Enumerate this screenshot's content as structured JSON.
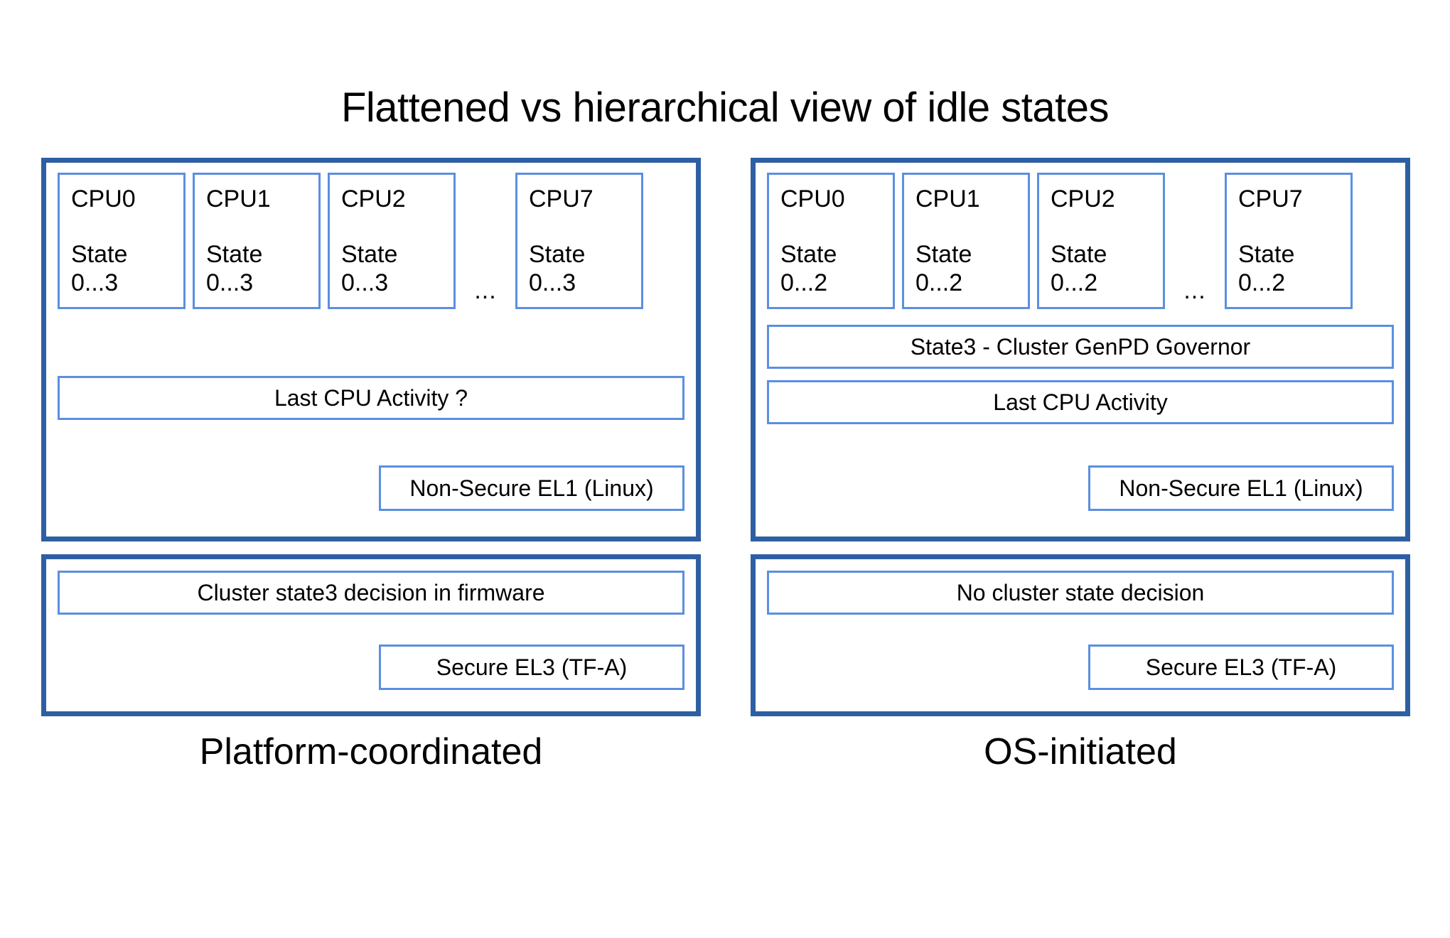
{
  "title": "Flattened vs hierarchical view of idle states",
  "colors": {
    "panel_border": "#2E5FA3",
    "box_border": "#5B8FE0",
    "background": "#FFFFFF",
    "text": "#000000"
  },
  "columns": [
    {
      "caption": "Platform-coordinated",
      "os_panel": {
        "cpus": [
          {
            "name": "CPU0",
            "state_label": "State",
            "state_range": "0...3"
          },
          {
            "name": "CPU1",
            "state_label": "State",
            "state_range": "0...3"
          },
          {
            "name": "CPU2",
            "state_label": "State",
            "state_range": "0...3"
          },
          {
            "name": "CPU7",
            "state_label": "State",
            "state_range": "0...3"
          }
        ],
        "ellipsis": "...",
        "governor_bar": "",
        "last_cpu_activity": "Last CPU Activity ?",
        "exception_level": "Non-Secure EL1 (Linux)"
      },
      "fw_panel": {
        "decision": "Cluster state3 decision in firmware",
        "exception_level": "Secure EL3 (TF-A)"
      }
    },
    {
      "caption": "OS-initiated",
      "os_panel": {
        "cpus": [
          {
            "name": "CPU0",
            "state_label": "State",
            "state_range": "0...2"
          },
          {
            "name": "CPU1",
            "state_label": "State",
            "state_range": "0...2"
          },
          {
            "name": "CPU2",
            "state_label": "State",
            "state_range": "0...2"
          },
          {
            "name": "CPU7",
            "state_label": "State",
            "state_range": "0...2"
          }
        ],
        "ellipsis": "...",
        "governor_bar": "State3 - Cluster GenPD Governor",
        "last_cpu_activity": "Last CPU Activity",
        "exception_level": "Non-Secure EL1 (Linux)"
      },
      "fw_panel": {
        "decision": "No cluster state decision",
        "exception_level": "Secure EL3 (TF-A)"
      }
    }
  ]
}
